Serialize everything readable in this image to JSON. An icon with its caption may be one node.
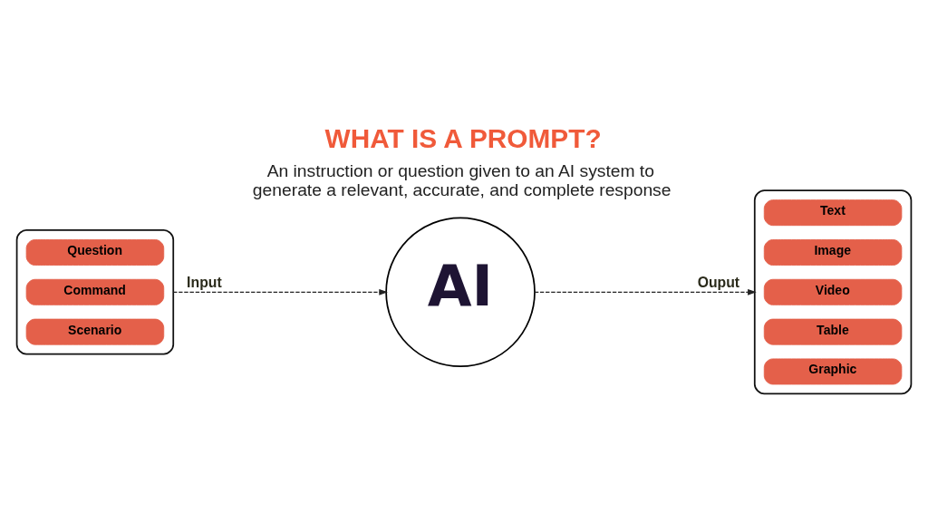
{
  "diagram": {
    "title": "WHAT IS A PROMPT?",
    "nodes": [
      {
        "text": [],
        "shape": "box"
      },
      {
        "text": [
          "Question"
        ],
        "in": 0
      },
      {
        "text": [
          "Command"
        ],
        "in": 0
      },
      {
        "text": [
          "Scenario"
        ],
        "in": 0
      },
      {
        "text": [
          "AI"
        ]
      },
      {
        "text": [],
        "shape": "box"
      },
      {
        "text": [
          "Text"
        ],
        "in": 5
      },
      {
        "text": [
          "Image"
        ],
        "in": 5
      },
      {
        "text": [
          "Video"
        ],
        "in": 5
      },
      {
        "text": [
          "Table"
        ],
        "in": 5
      },
      {
        "text": [
          "Graphic"
        ],
        "in": 5
      }
    ],
    "edges": [
      {
        "from": 0,
        "to": 4,
        "arrow": "to",
        "label": "Input",
        "style": "dashed"
      },
      {
        "from": 4,
        "to": 5,
        "arrow": "to",
        "label": "Ouput",
        "style": "dashed"
      }
    ],
    "labels": [
      "An instruction or question given to an AI system to generate a relevant, accurate, and complete response"
    ]
  }
}
